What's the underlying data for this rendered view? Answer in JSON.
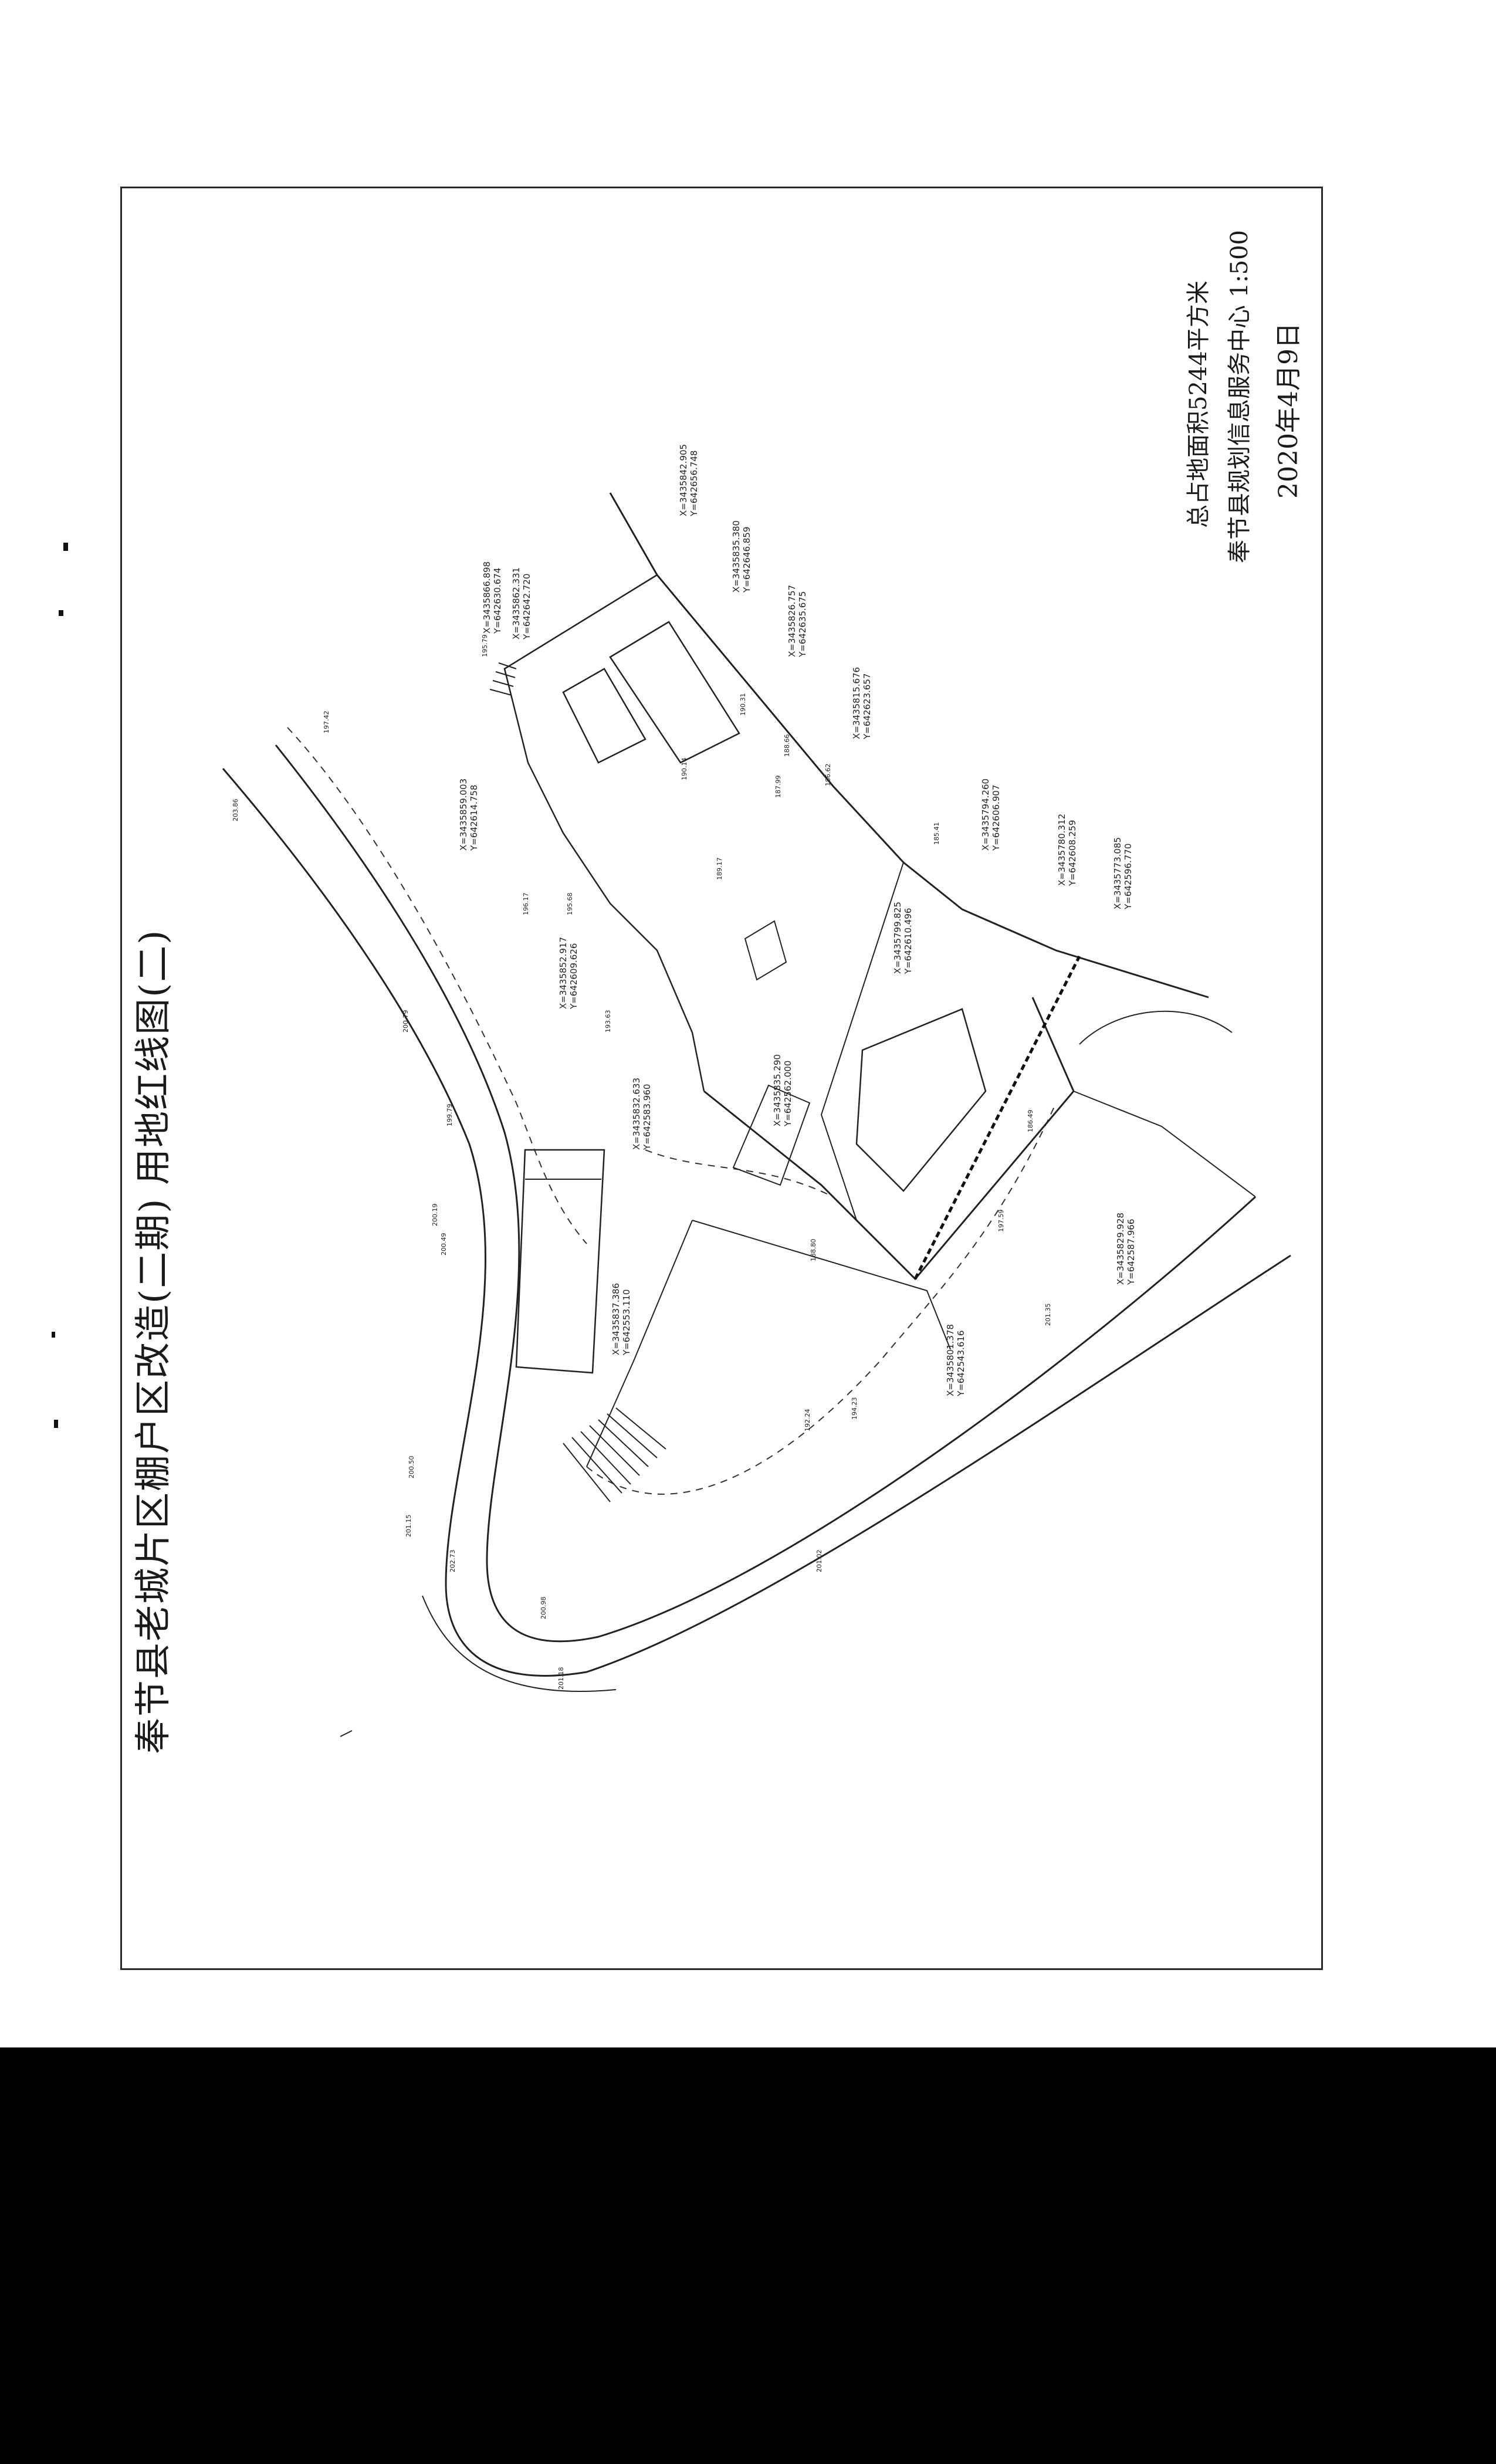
{
  "document": {
    "title": "奉节县老城片区棚户区改造(二期) 用地红线图(二)",
    "area_note": "总占地面积5244平方米",
    "organization": "奉节县规划信息服务中心 1:500",
    "date": "2020年4月9日"
  },
  "coordinate_labels": [
    {
      "x": "X=3435842.905",
      "y": "Y=642656.748"
    },
    {
      "x": "X=3435835.380",
      "y": "Y=642646.859"
    },
    {
      "x": "X=3435826.757",
      "y": "Y=642635.675"
    },
    {
      "x": "X=3435815.676",
      "y": "Y=642623.657"
    },
    {
      "x": "X=3435794.260",
      "y": "Y=642606.907"
    },
    {
      "x": "X=3435780.312",
      "y": "Y=642608.259"
    },
    {
      "x": "X=3435773.085",
      "y": "Y=642596.770"
    },
    {
      "x": "X=3435866.898",
      "y": "Y=642630.674"
    },
    {
      "x": "X=3435862.331",
      "y": "Y=642642.720"
    },
    {
      "x": "X=3435859.003",
      "y": "Y=642614.758"
    },
    {
      "x": "X=3435852.917",
      "y": "Y=642609.626"
    },
    {
      "x": "X=3435835.290",
      "y": "Y=642562.000"
    },
    {
      "x": "X=3435799.825",
      "y": "Y=642610.496"
    },
    {
      "x": "X=3435829.928",
      "y": "Y=642587.966"
    },
    {
      "x": "X=3435801.378",
      "y": "Y=642543.616"
    },
    {
      "x": "X=3435832.633",
      "y": "Y=642583.960"
    },
    {
      "x": "X=3435837.386",
      "y": "Y=642553.110"
    }
  ],
  "spot_elevations": [
    "203.86",
    "200.50",
    "201.15",
    "202.73",
    "200.98",
    "201.18",
    "200.79",
    "199.79",
    "200.19",
    "200.49",
    "201.02",
    "197.42",
    "196.17",
    "195.68",
    "193.63",
    "190.14",
    "189.17",
    "188.66",
    "187.99",
    "186.62",
    "185.41",
    "195.79",
    "190.31",
    "188.80",
    "186.49",
    "192.24",
    "194.23",
    "197.59",
    "201.35"
  ],
  "colors": {
    "line": "#222222",
    "dashed": "#333333",
    "paper": "#ffffff",
    "background": "#000000"
  }
}
